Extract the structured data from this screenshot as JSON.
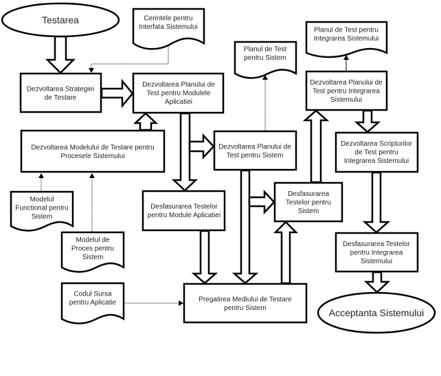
{
  "diagram": {
    "colors": {
      "stroke": "#000000",
      "fill": "#ffffff",
      "text": "#222222"
    },
    "nodes": {
      "testarea": {
        "shape": "ellipse",
        "lines": [
          "Testarea"
        ]
      },
      "cerintele": {
        "shape": "document",
        "lines": [
          "Cerintele pentru",
          "Interfata Sistemului"
        ]
      },
      "strategie": {
        "shape": "process",
        "lines": [
          "Dezvoltarea Strategiei",
          "de Testare"
        ]
      },
      "plan_module": {
        "shape": "process",
        "lines": [
          "Dezvoltarea Planului de",
          "Test pentru Modulele",
          "Aplicatiei"
        ]
      },
      "model_testare": {
        "shape": "process",
        "lines": [
          "Dezvoltarea Modelului de Testare pentru",
          "Procesele Sistemului"
        ]
      },
      "model_functional": {
        "shape": "document",
        "lines": [
          "Modelul",
          "Functional pentru",
          "Sistem"
        ]
      },
      "model_proces": {
        "shape": "document",
        "lines": [
          "Modelul de",
          "Proces pentru",
          "Sistem"
        ]
      },
      "cod_sursa": {
        "shape": "document",
        "lines": [
          "Codul Sursa",
          "pentru Aplicatie"
        ]
      },
      "desf_module": {
        "shape": "process",
        "lines": [
          "Desfasurarea Testelor",
          "pentru Module Aplicatiei"
        ]
      },
      "plan_test_sistem_doc": {
        "shape": "document",
        "lines": [
          "Planul de Test",
          "pentru Sistem"
        ]
      },
      "plan_sistem": {
        "shape": "process",
        "lines": [
          "Dezvoltarea Planului de",
          "Test pentru Sistem"
        ]
      },
      "desf_sistem": {
        "shape": "process",
        "lines": [
          "Desfasurarea",
          "Testelor pentru",
          "Sistem"
        ]
      },
      "pregatirea": {
        "shape": "process",
        "lines": [
          "Pregatirea Mediului de Testare",
          "pentru Sistem"
        ]
      },
      "plan_integrare_doc": {
        "shape": "document",
        "lines": [
          "Planul de Test pentru",
          "Integrarea Sistemului"
        ]
      },
      "plan_integrare": {
        "shape": "process",
        "lines": [
          "Dezvoltarea Planului de",
          "Test pentru Integrarea",
          "Sistemului"
        ]
      },
      "scripturi": {
        "shape": "process",
        "lines": [
          "Dezvoltarea Scripturilor",
          "de Test pentru",
          "Integrarea Sistemului"
        ]
      },
      "desf_integrare": {
        "shape": "process",
        "lines": [
          "Desfasurarea Testelor",
          "pentru Integrarea",
          "Sistemului"
        ]
      },
      "acceptanta": {
        "shape": "ellipse",
        "lines": [
          "Acceptanta Sistemului"
        ]
      }
    },
    "edges": [
      {
        "from": "testarea",
        "to": "strategie",
        "style": "block-arrow"
      },
      {
        "from": "cerintele",
        "to": "strategie",
        "style": "dotted"
      },
      {
        "from": "strategie",
        "to": "plan_module",
        "style": "block-arrow"
      },
      {
        "from": "model_testare",
        "to": "plan_module",
        "style": "block-arrow"
      },
      {
        "from": "model_functional",
        "to": "model_testare",
        "style": "dotted"
      },
      {
        "from": "model_proces",
        "to": "model_testare",
        "style": "dotted"
      },
      {
        "from": "plan_module",
        "to": "desf_module",
        "style": "block-arrow"
      },
      {
        "from": "plan_module",
        "to": "plan_sistem",
        "style": "block-arrow"
      },
      {
        "from": "plan_sistem",
        "to": "plan_test_sistem_doc",
        "style": "dotted"
      },
      {
        "from": "plan_sistem",
        "to": "desf_sistem",
        "style": "block-arrow"
      },
      {
        "from": "plan_sistem",
        "to": "pregatirea",
        "style": "block-arrow"
      },
      {
        "from": "desf_module",
        "to": "pregatirea",
        "style": "block-arrow"
      },
      {
        "from": "cod_sursa",
        "to": "pregatirea",
        "style": "dotted"
      },
      {
        "from": "pregatirea",
        "to": "desf_sistem",
        "style": "block-arrow"
      },
      {
        "from": "desf_sistem",
        "to": "plan_integrare",
        "style": "block-arrow"
      },
      {
        "from": "plan_integrare",
        "to": "plan_integrare_doc",
        "style": "solid"
      },
      {
        "from": "plan_integrare",
        "to": "scripturi",
        "style": "block-arrow"
      },
      {
        "from": "scripturi",
        "to": "desf_integrare",
        "style": "block-arrow"
      },
      {
        "from": "desf_integrare",
        "to": "acceptanta",
        "style": "block-arrow"
      }
    ]
  }
}
